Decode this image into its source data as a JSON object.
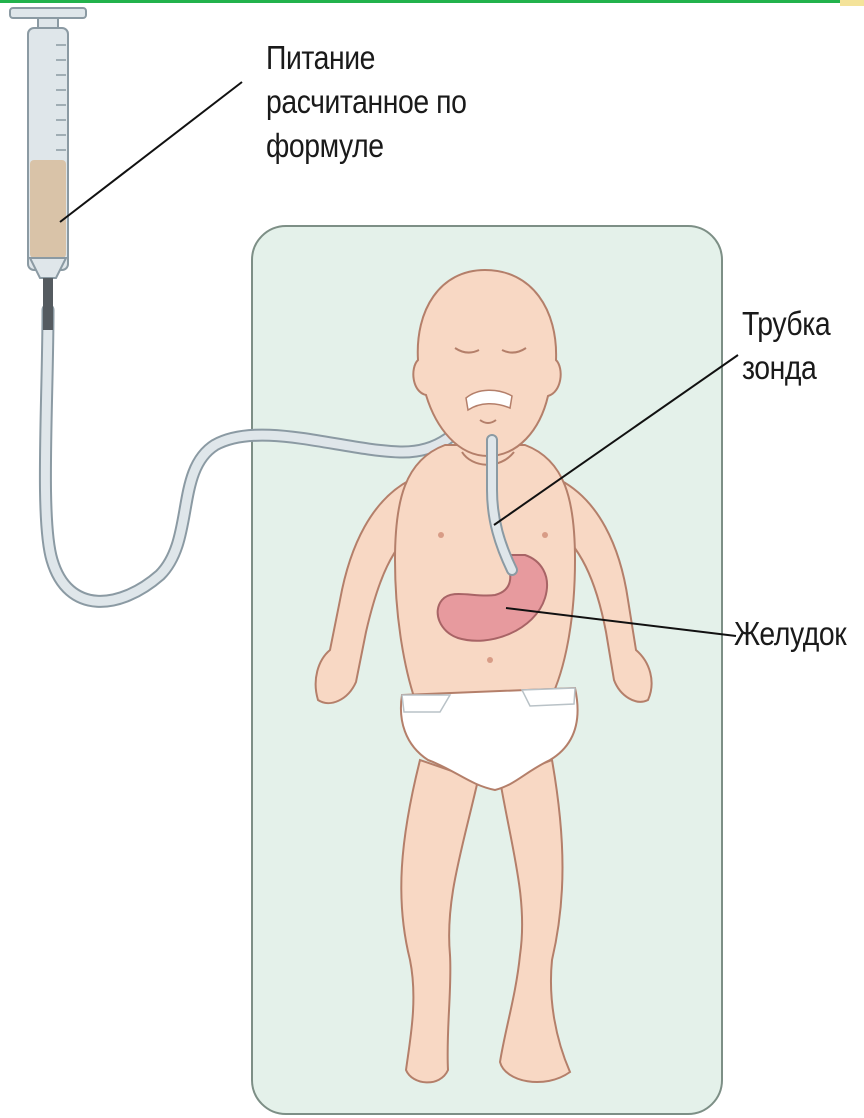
{
  "colors": {
    "top_bar": "#22b24c",
    "top_bar_corner": "#f4e39a",
    "mat": "#e4f1ea",
    "mat_border": "#7d8f86",
    "skin": "#f8d8c4",
    "skin_outline": "#b47f6a",
    "stomach": "#e79a9e",
    "tube": "#dfe6ea",
    "tube_outline": "#8b9aa3",
    "formula": "#d9c3a8",
    "diaper": "#ffffff",
    "leader_line": "#111111"
  },
  "labels": {
    "formula": [
      "Питание",
      "расчитанное по",
      "формуле"
    ],
    "tube": [
      "Трубка",
      "зонда"
    ],
    "stomach": "Желудок"
  }
}
